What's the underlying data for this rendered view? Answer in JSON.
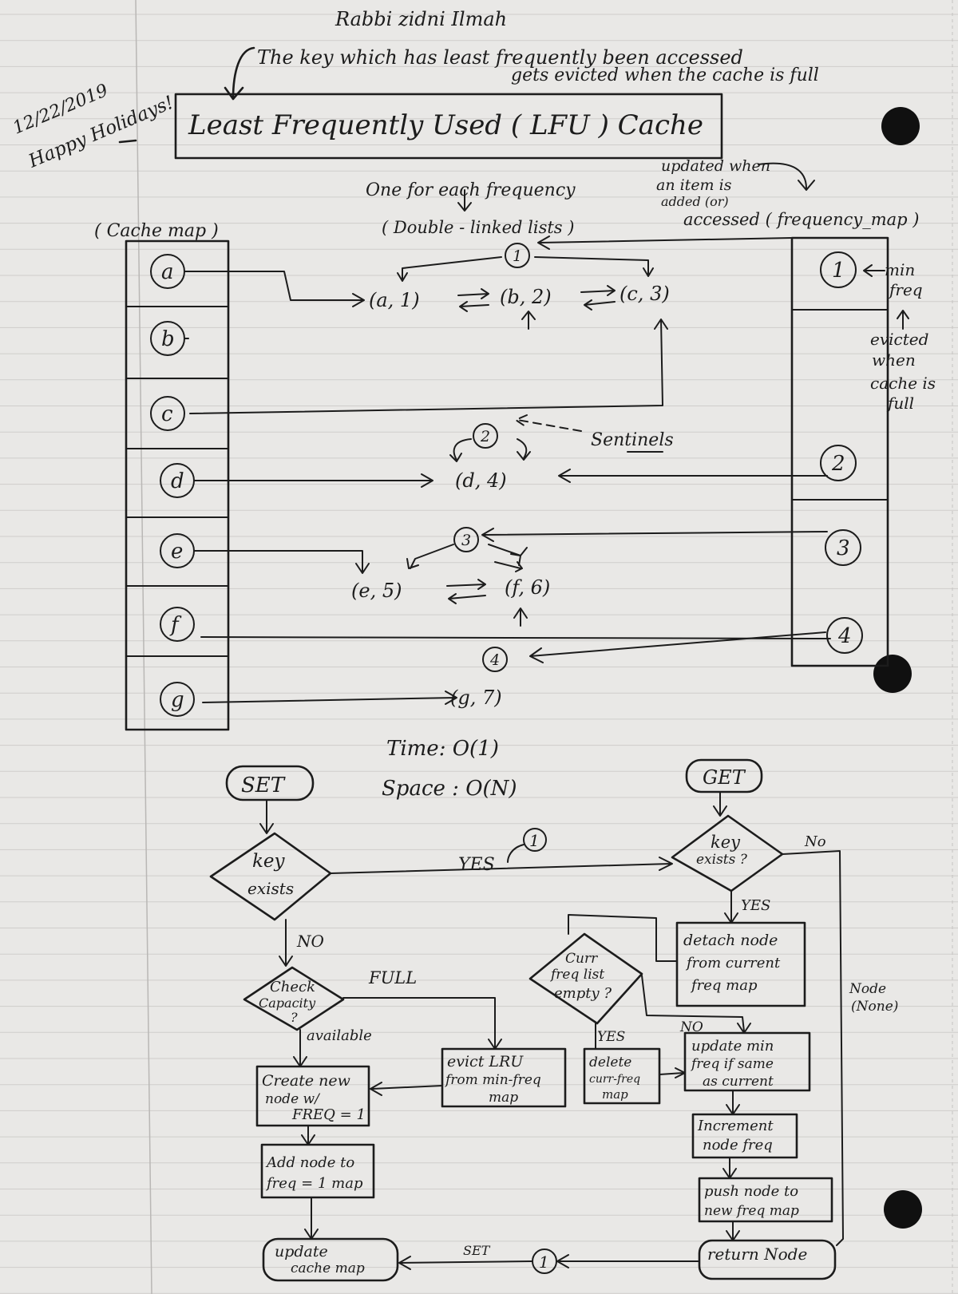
{
  "header": {
    "top_line": "Rabbi zidni Ilmah",
    "note_line1": "The key which has least frequently been accessed",
    "note_line2": "gets evicted when the cache is full",
    "title": "Least Frequently Used ( LFU ) Cache",
    "date": "12/22/2019",
    "greeting": "Happy Holidays!"
  },
  "labels": {
    "cache_map": "( Cache map )",
    "one_per_freq": "One for each frequency",
    "dll": "( Double - linked lists )",
    "updated_when_1": "updated when",
    "updated_when_2": "an item is",
    "updated_when_3": "added (or)",
    "updated_when_4": "accessed ( frequency_map )",
    "min_freq_1": "min",
    "min_freq_2": "freq",
    "evicted_1": "evicted",
    "evicted_2": "when",
    "evicted_3": "cache is",
    "evicted_4": "full",
    "sentinels": "Sentinels"
  },
  "cache_keys": [
    "a",
    "b",
    "c",
    "d",
    "e",
    "f",
    "g"
  ],
  "freq_keys": [
    "1",
    "2",
    "3",
    "4"
  ],
  "list_nodes": {
    "n1": "(a, 1)",
    "n2": "(b, 2)",
    "n3": "(c, 3)",
    "n4": "(d, 4)",
    "n5": "(e, 5)",
    "n6": "(f, 6)",
    "n7": "(g, 7)"
  },
  "sentinel_nums": [
    "1",
    "2",
    "3",
    "4"
  ],
  "complexity": {
    "time": "Time:  O(1)",
    "space": "Space :  O(N)"
  },
  "flowchart": {
    "set": "SET",
    "get": "GET",
    "key_exists_1": "key",
    "key_exists_2": "exists",
    "get_exists_1": "key",
    "get_exists_2": "exists ?",
    "yes": "YES",
    "no": "NO",
    "no_caps": "No",
    "full": "FULL",
    "available": "available",
    "check_1": "Check",
    "check_2": "Capacity",
    "check_3": "?",
    "create_1": "Create new",
    "create_2": "node w/",
    "create_3": "FREQ = 1",
    "add_1": "Add node to",
    "add_2": "freq = 1 map",
    "update_cache_1": "update",
    "update_cache_2": "cache map",
    "evict_1": "evict LRU",
    "evict_2": "from min-freq",
    "evict_3": "map",
    "currempty_1": "Curr",
    "currempty_2": "freq list",
    "currempty_3": "empty ?",
    "delete_1": "delete",
    "delete_2": "curr-freq",
    "delete_3": "map",
    "detach_1": "detach node",
    "detach_2": "from current",
    "detach_3": "freq map",
    "updmin_1": "update min",
    "updmin_2": "freq if same",
    "updmin_3": "as current",
    "incr_1": "Increment",
    "incr_2": "node freq",
    "push_1": "push node to",
    "push_2": "new freq map",
    "return": "return Node",
    "node_none_1": "Node",
    "node_none_2": "(None)",
    "set_small": "SET",
    "circle_one": "1"
  }
}
